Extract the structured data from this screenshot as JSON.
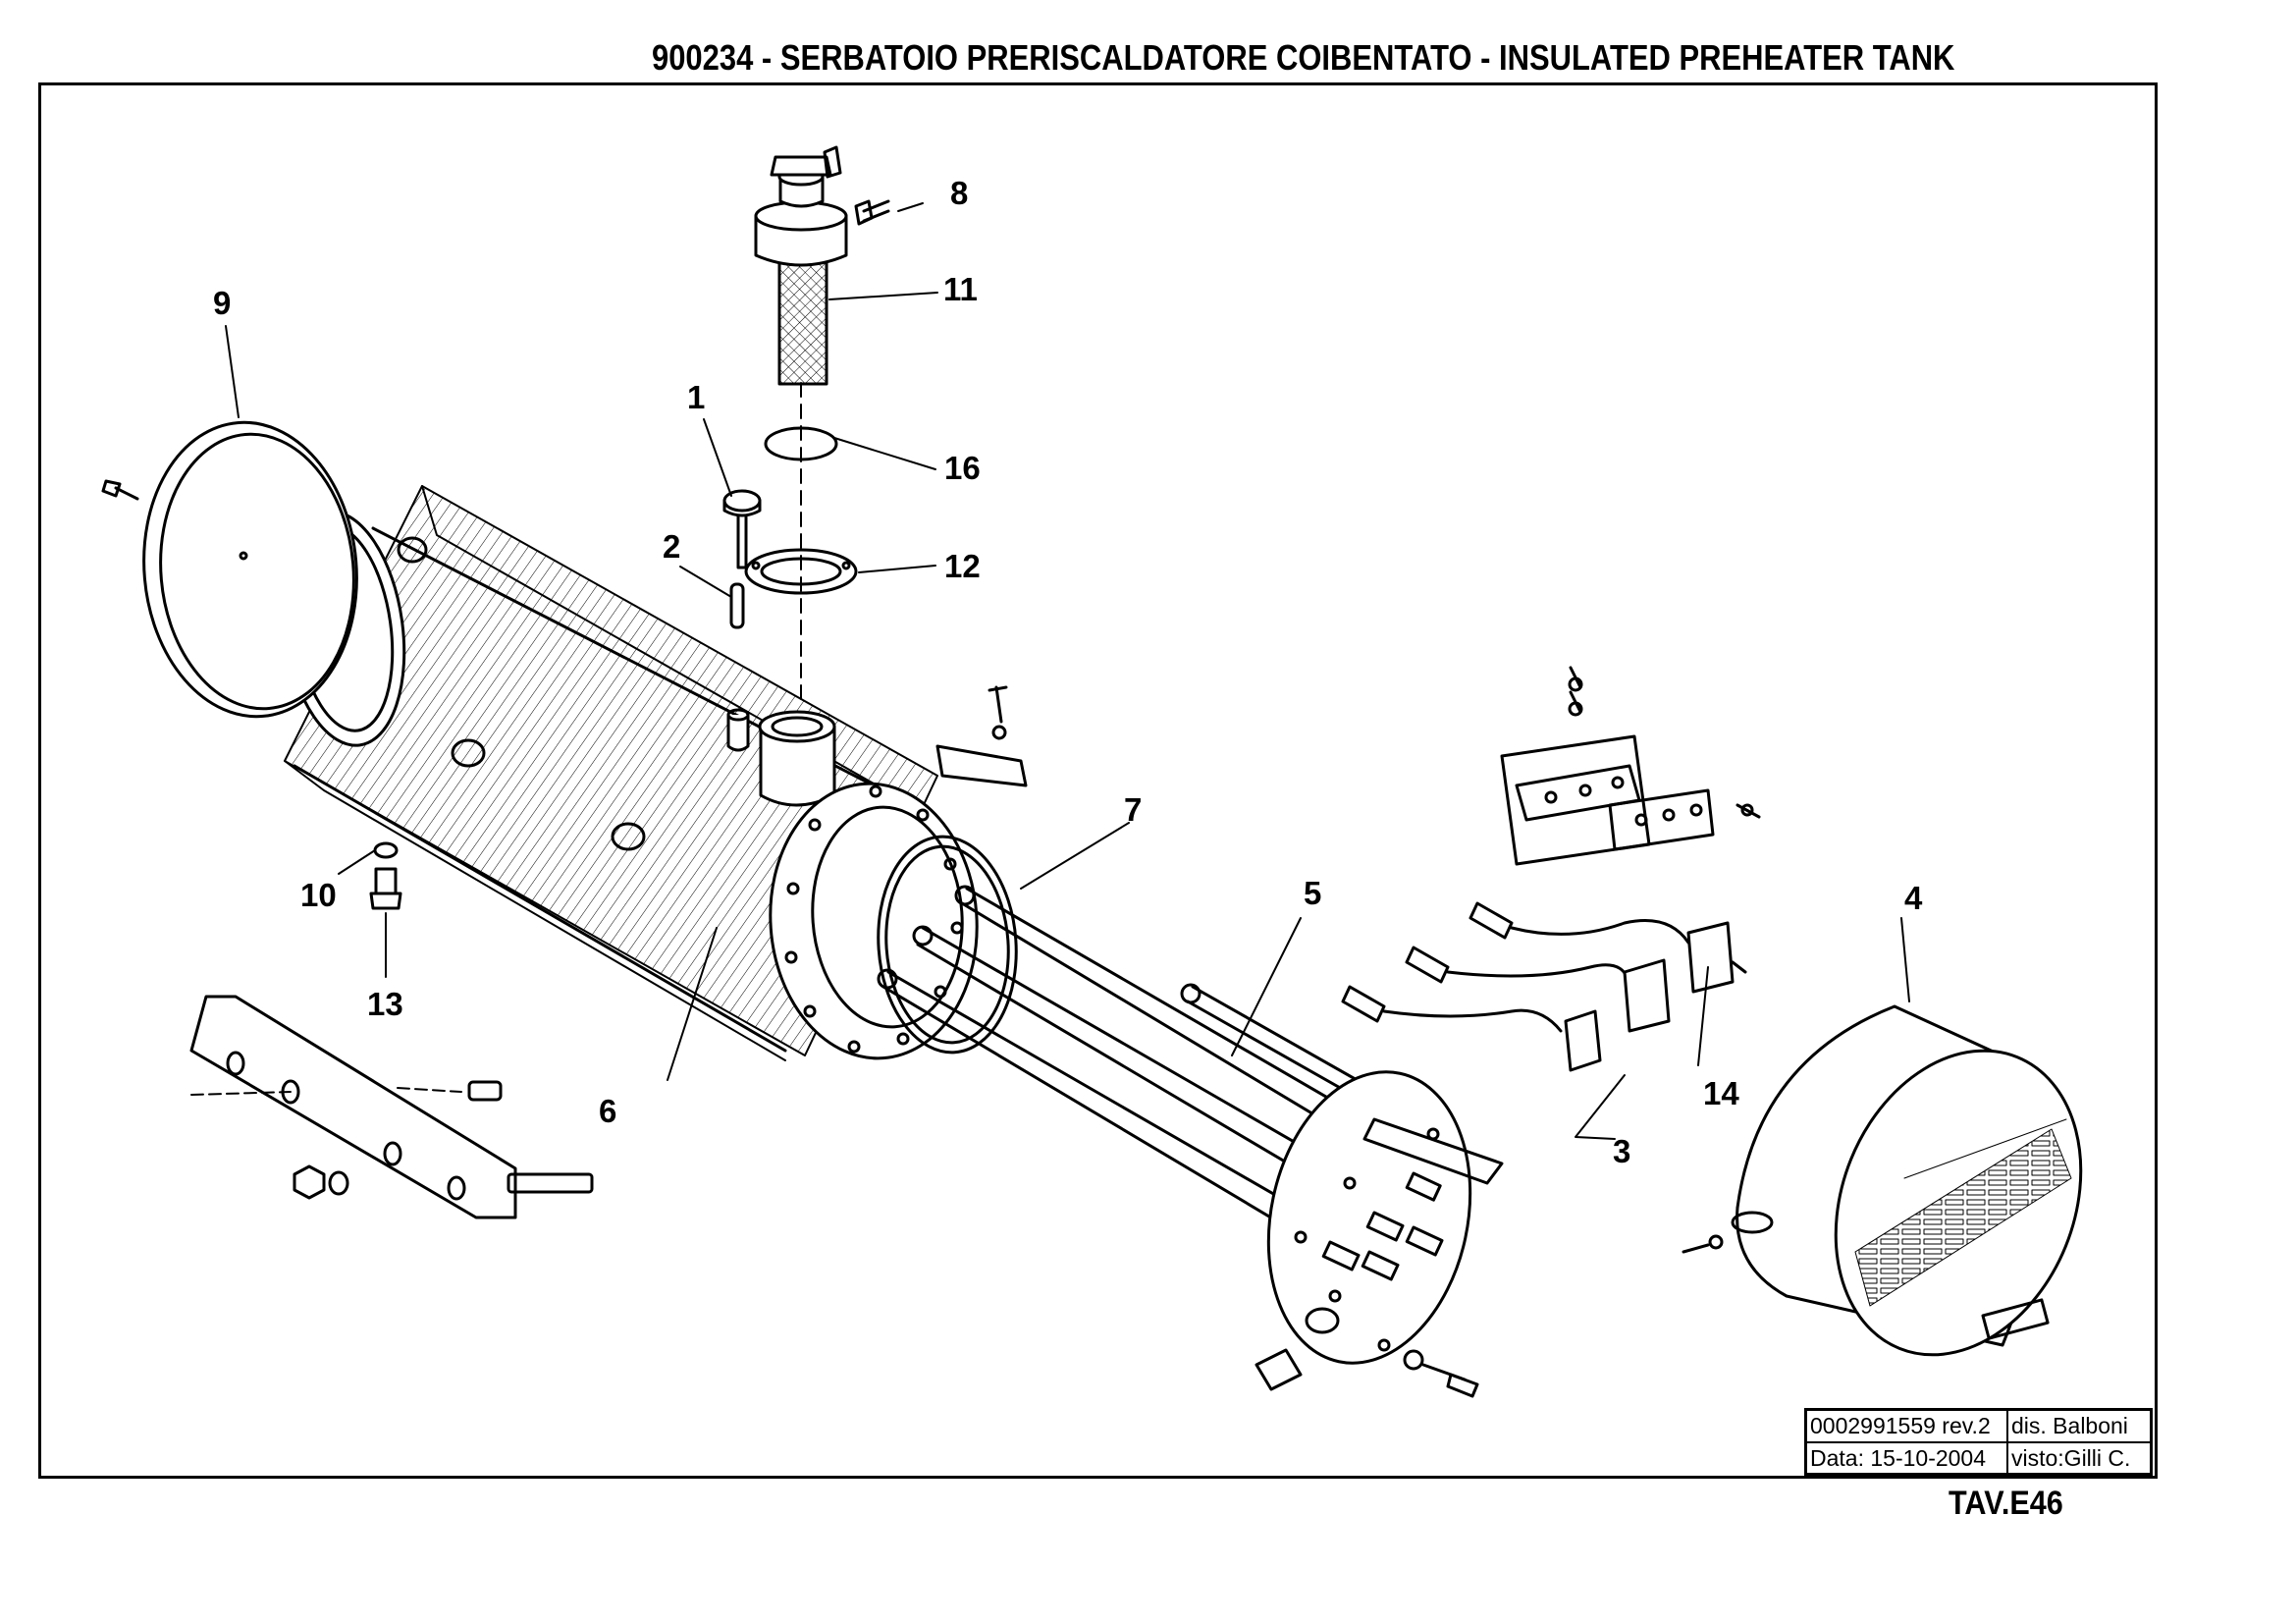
{
  "title": "900234 - SERBATOIO PRERISCALDATORE COIBENTATO - INSULATED PREHEATER TANK",
  "callouts": {
    "c1": "1",
    "c2": "2",
    "c3": "3",
    "c4": "4",
    "c5": "5",
    "c6": "6",
    "c7": "7",
    "c8": "8",
    "c9": "9",
    "c10": "10",
    "c11": "11",
    "c12": "12",
    "c13": "13",
    "c14": "14",
    "c16": "16"
  },
  "title_block": {
    "drawing_number": "0002991559 rev.2",
    "drawn_by": "dis. Balboni",
    "date": "Data: 15-10-2004",
    "checked_by": "visto:Gilli C."
  },
  "sheet_id": "TAV.E46"
}
